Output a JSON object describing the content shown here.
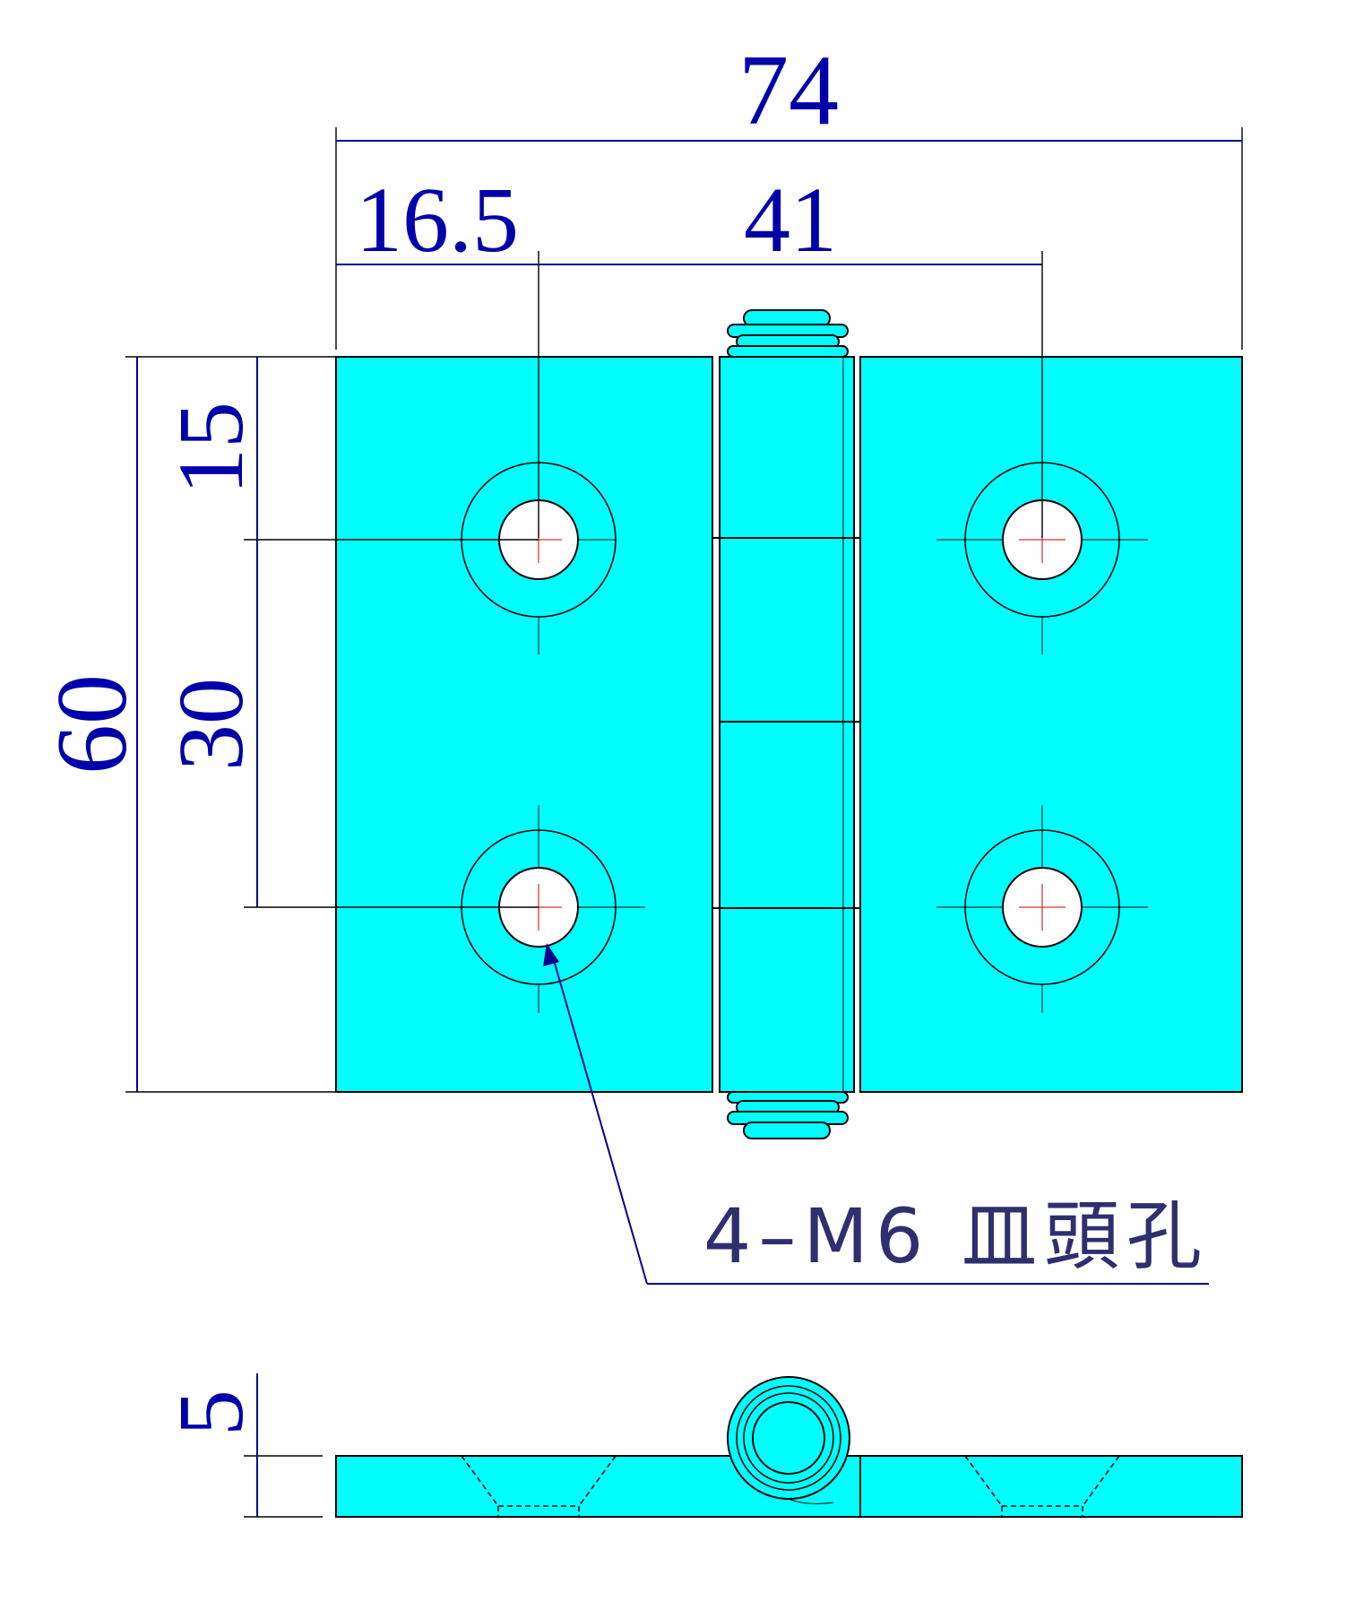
{
  "dimensions": {
    "overall_width": "74",
    "left_edge_to_hole": "16.5",
    "hole_spacing_horizontal": "41",
    "overall_height": "60",
    "top_edge_to_hole": "15",
    "hole_spacing_vertical": "30",
    "thickness": "5"
  },
  "callout": {
    "label": "4–M6 皿頭孔"
  },
  "colors": {
    "plate_fill": "#00ffff",
    "dimension_text": "#0000aa",
    "dimension_line": "#00008b",
    "center_mark": "#cc0000"
  }
}
